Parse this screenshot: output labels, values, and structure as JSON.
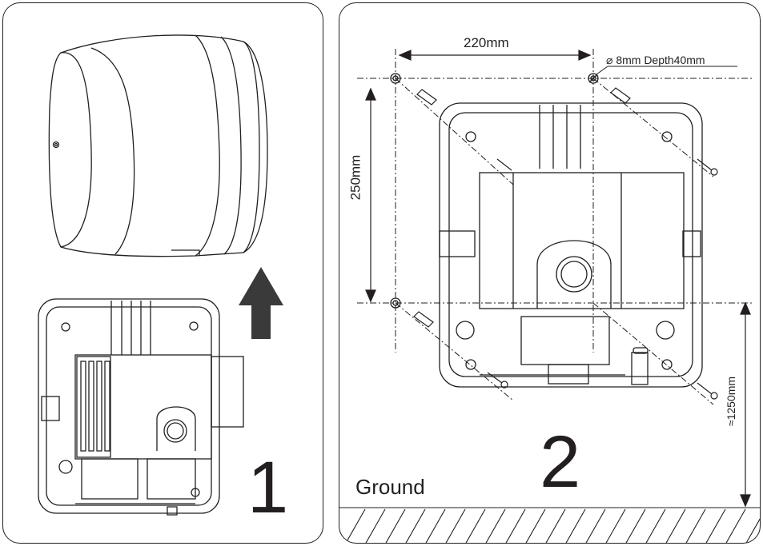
{
  "step1": {
    "number": "1"
  },
  "step2": {
    "number": "2",
    "width_dim": "220mm",
    "height_dim": "250mm",
    "drill_spec": "⌀ 8mm  Depth40mm",
    "floor_height": "≈1250mm",
    "ground_label": "Ground"
  },
  "colors": {
    "line": "#231f20",
    "arrow": "#3a3a3a"
  }
}
